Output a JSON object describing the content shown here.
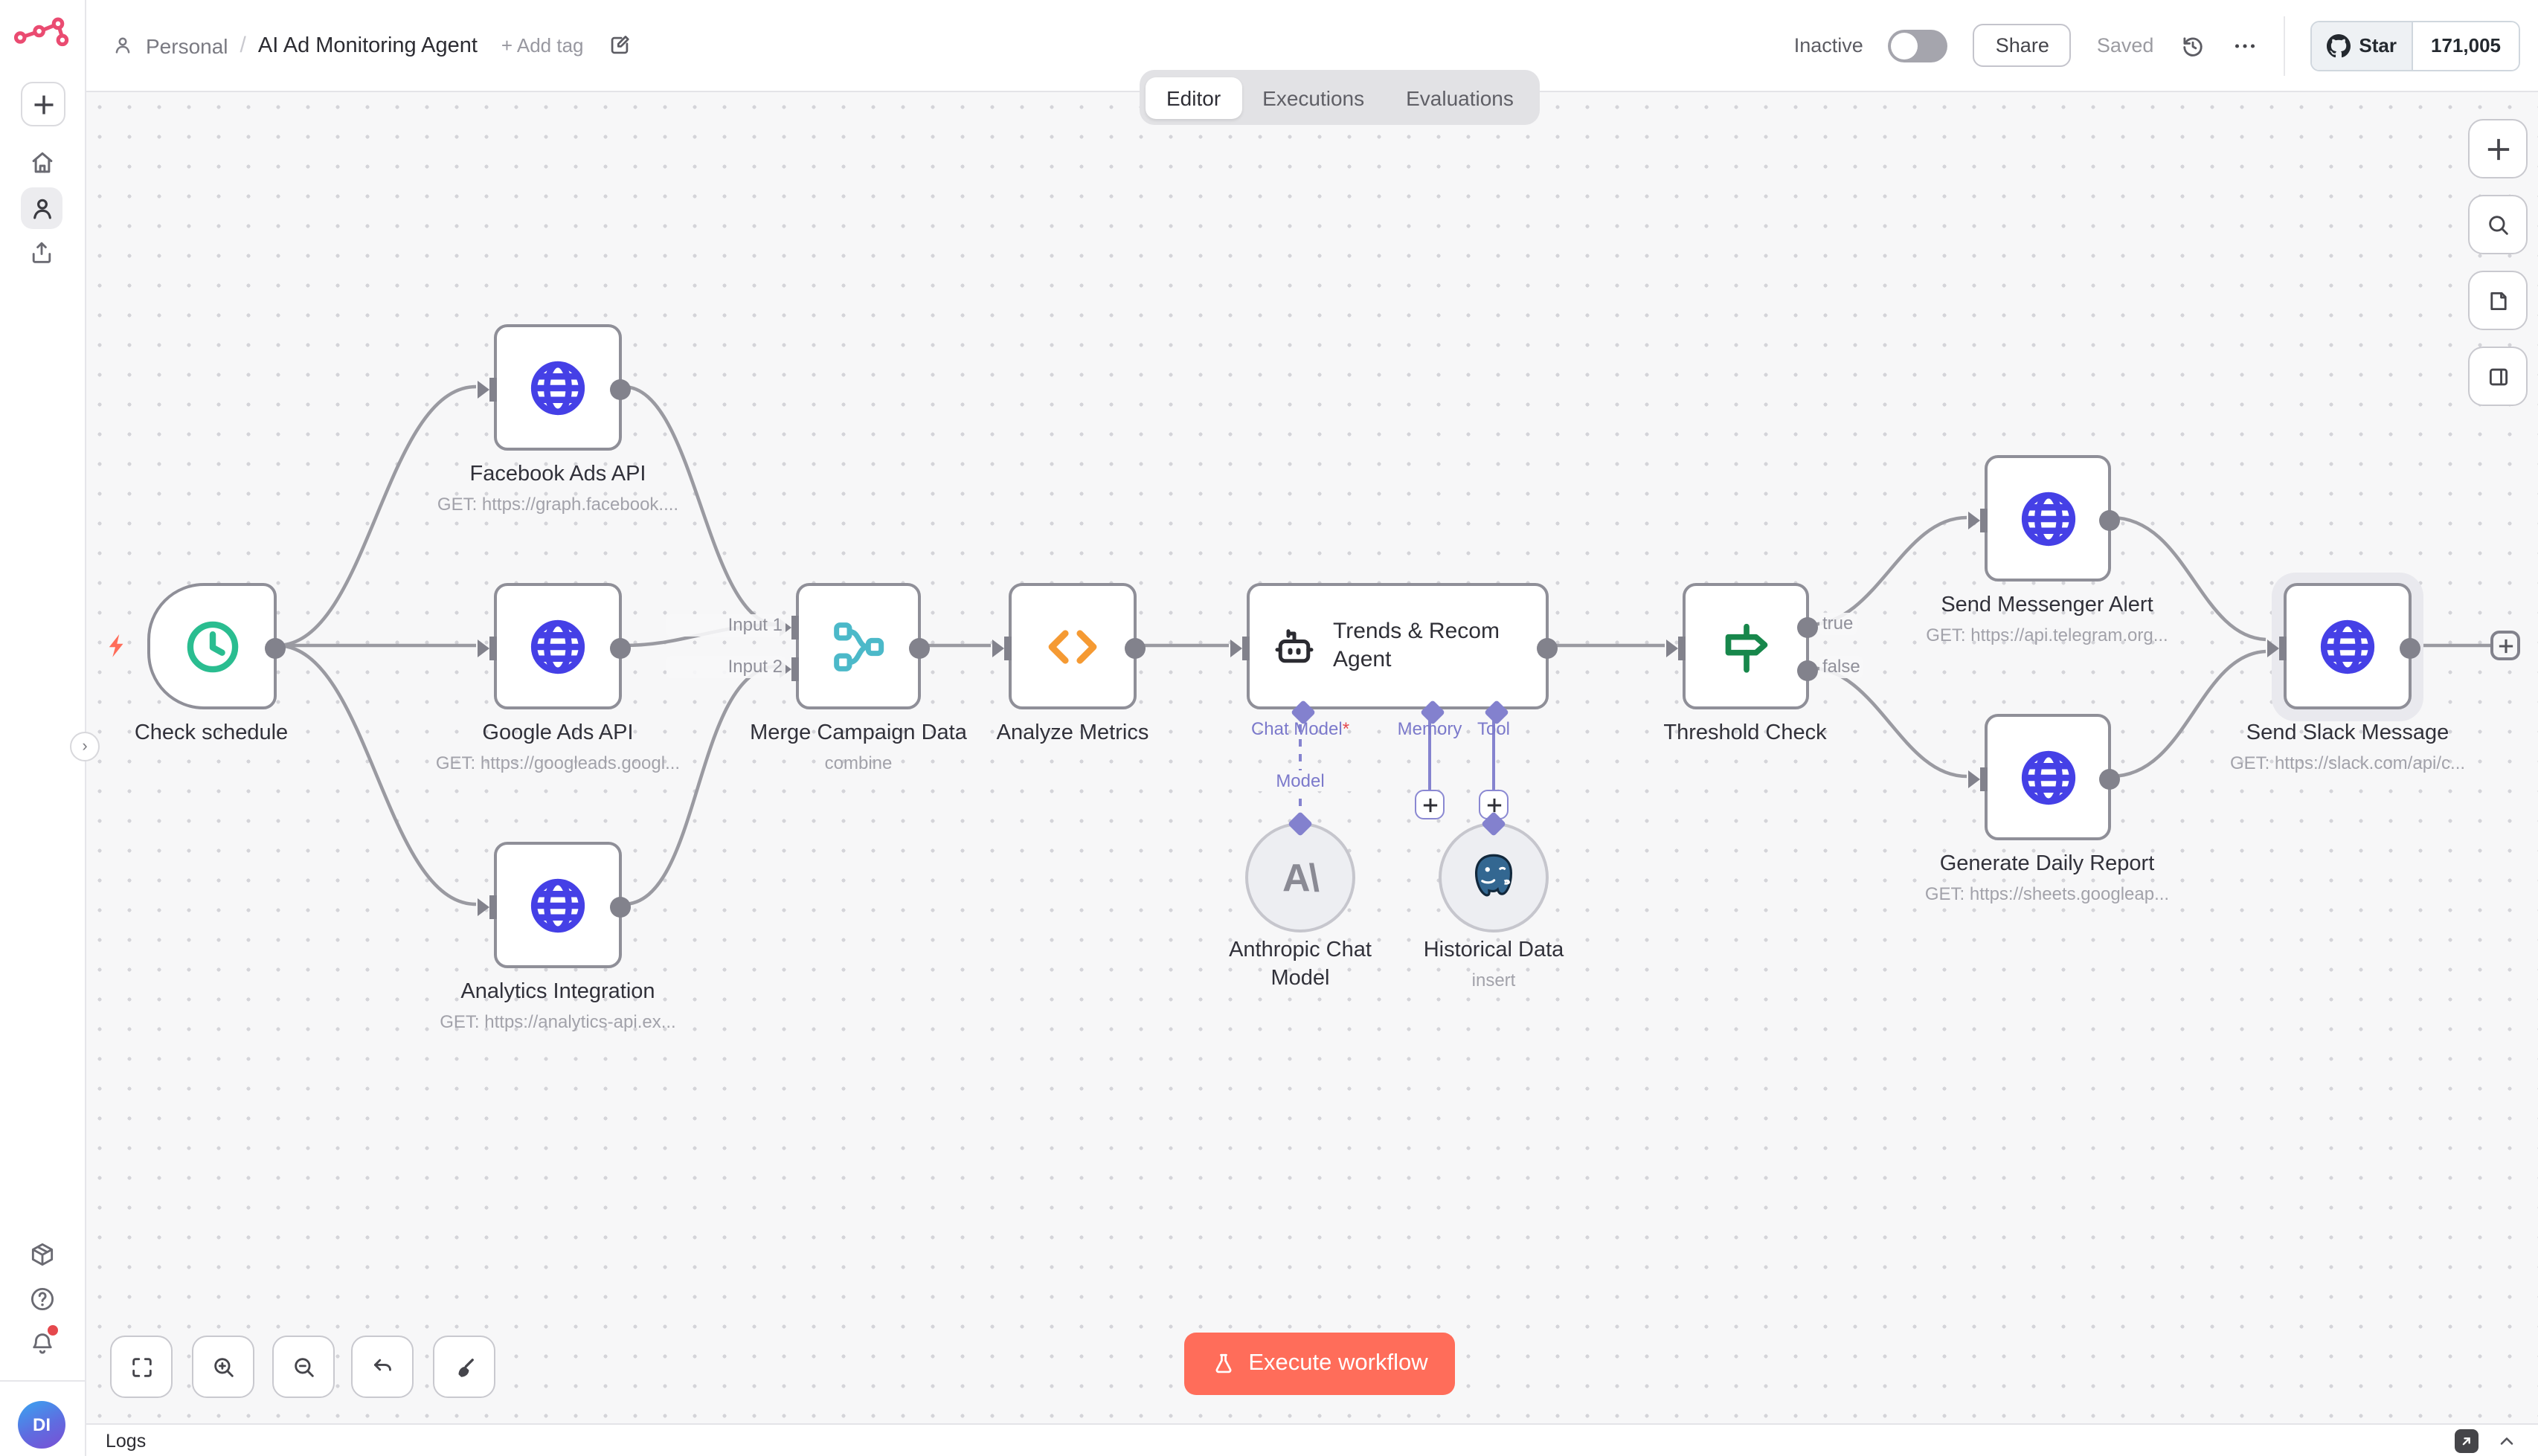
{
  "header": {
    "breadcrumb": {
      "project": "Personal",
      "title": "AI Ad Monitoring Agent",
      "add_tag": "+ Add tag"
    },
    "status_label": "Inactive",
    "share_label": "Share",
    "saved_label": "Saved",
    "github": {
      "star_label": "Star",
      "count": "171,005"
    }
  },
  "tabs": [
    {
      "label": "Editor",
      "active": true
    },
    {
      "label": "Executions",
      "active": false
    },
    {
      "label": "Evaluations",
      "active": false
    }
  ],
  "sidebar": {
    "avatar_initials": "DI"
  },
  "canvas": {
    "nodes": [
      {
        "name": "Check schedule",
        "subtitle": ""
      },
      {
        "name": "Facebook Ads API",
        "subtitle": "GET: https://graph.facebook...."
      },
      {
        "name": "Google Ads API",
        "subtitle": "GET: https://googleads.googl..."
      },
      {
        "name": "Analytics Integration",
        "subtitle": "GET: https://analytics-api.ex..."
      },
      {
        "name": "Merge Campaign Data",
        "subtitle": "combine"
      },
      {
        "name": "Analyze Metrics",
        "subtitle": ""
      },
      {
        "name": "Trends & Recom Agent",
        "subtitle": ""
      },
      {
        "name": "Threshold Check",
        "subtitle": ""
      },
      {
        "name": "Send Messenger Alert",
        "subtitle": "GET: https://api.telegram.org..."
      },
      {
        "name": "Generate Daily Report",
        "subtitle": "GET: https://sheets.googleap..."
      },
      {
        "name": "Send Slack Message",
        "subtitle": "GET: https://slack.com/api/c..."
      },
      {
        "name": "Anthropic Chat Model",
        "subtitle": ""
      },
      {
        "name": "Historical Data",
        "subtitle": "insert"
      }
    ],
    "port_labels": {
      "input1": "Input 1",
      "input2": "Input 2",
      "true_label": "true",
      "false_label": "false",
      "chat_model": "Chat Model",
      "required_mark": "*",
      "memory": "Memory",
      "tool": "Tool",
      "model": "Model"
    }
  },
  "footer": {
    "execute_label": "Execute workflow",
    "logs_label": "Logs"
  },
  "colors": {
    "accent": "#ff6d5a",
    "brand": "#ea4b71",
    "node_blue": "#4540e6",
    "node_green": "#2abd90",
    "node_teal": "#4cb9c9",
    "node_orange": "#f59a33",
    "node_dark_green": "#17874b",
    "port_purple": "#8381ce",
    "postgres_blue": "#336791"
  }
}
